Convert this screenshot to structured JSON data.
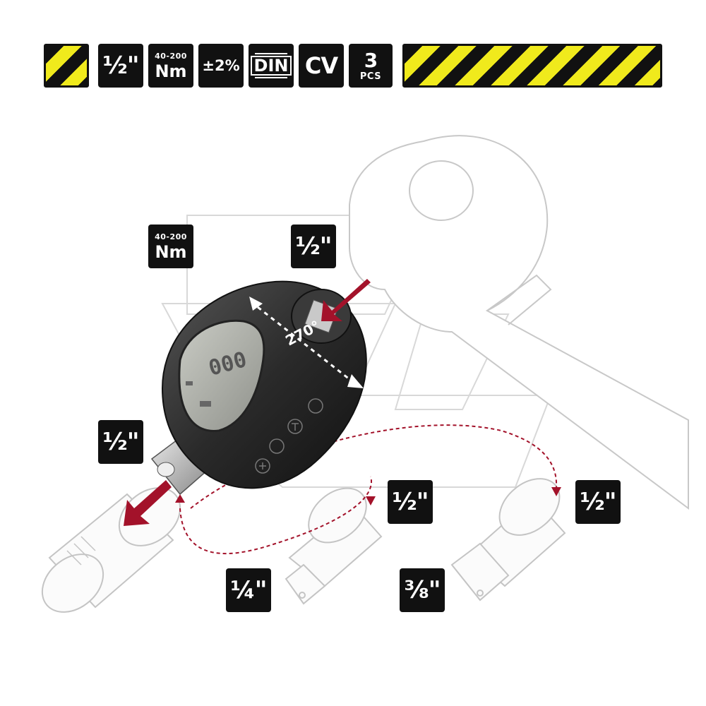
{
  "top_bar": {
    "size_label": "½\"",
    "range_top": "40-200",
    "range_unit": "Nm",
    "accuracy": "±2%",
    "standard": "DIN",
    "material": "CV",
    "count": "3",
    "count_unit": "PCS"
  },
  "callouts": {
    "range_top": "40-200",
    "range_unit": "Nm",
    "input_drive": "½\"",
    "output_drive": "½\"",
    "rotation": "270°",
    "adapter_1_top": "½\"",
    "adapter_1_bottom": "¼\"",
    "adapter_2_top": "½\"",
    "adapter_2_bottom": "⅜\""
  },
  "display_digits": "000",
  "registered_mark": "®",
  "colors": {
    "stripe_yellow": "#f0ea1c",
    "badge_black": "#111111",
    "arrow_red": "#a3122a",
    "outline_gray": "#c8c8c8"
  }
}
